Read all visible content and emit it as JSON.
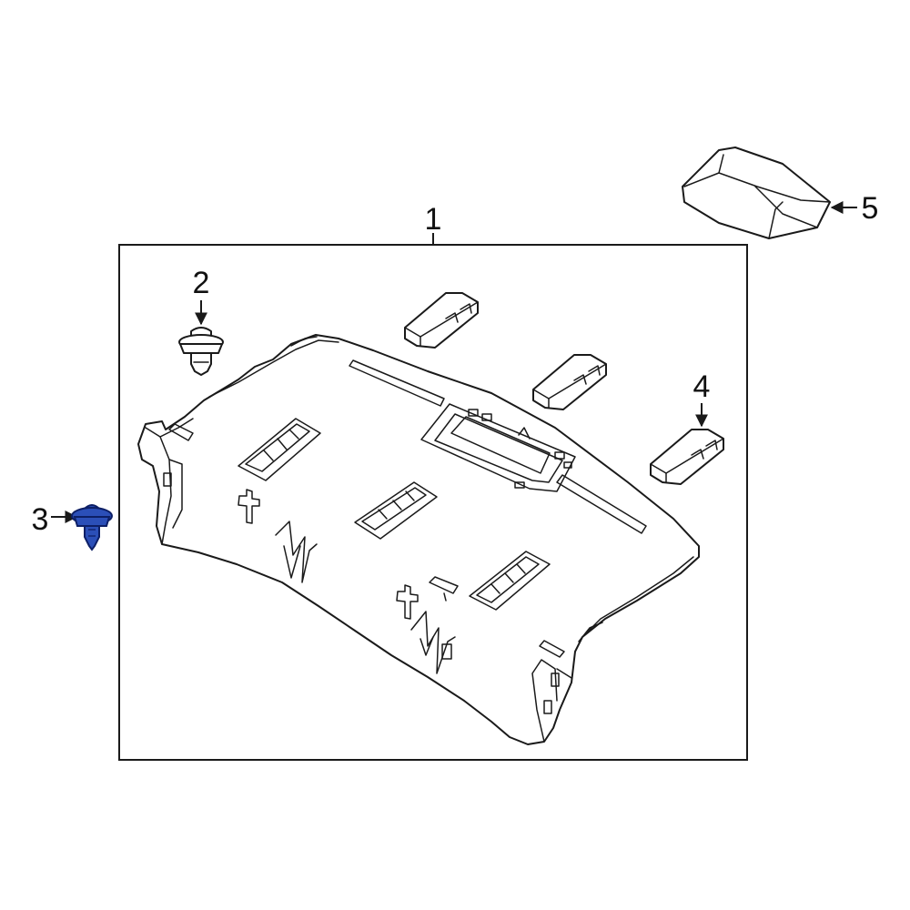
{
  "callouts": [
    {
      "id": "1",
      "label": "1"
    },
    {
      "id": "2",
      "label": "2"
    },
    {
      "id": "3",
      "label": "3"
    },
    {
      "id": "4",
      "label": "4"
    },
    {
      "id": "5",
      "label": "5"
    }
  ],
  "colors": {
    "line": "#1a1a1a",
    "highlight_fill": "#2b4fb8",
    "highlight_stroke": "#0d1f66",
    "background": "#ffffff"
  }
}
